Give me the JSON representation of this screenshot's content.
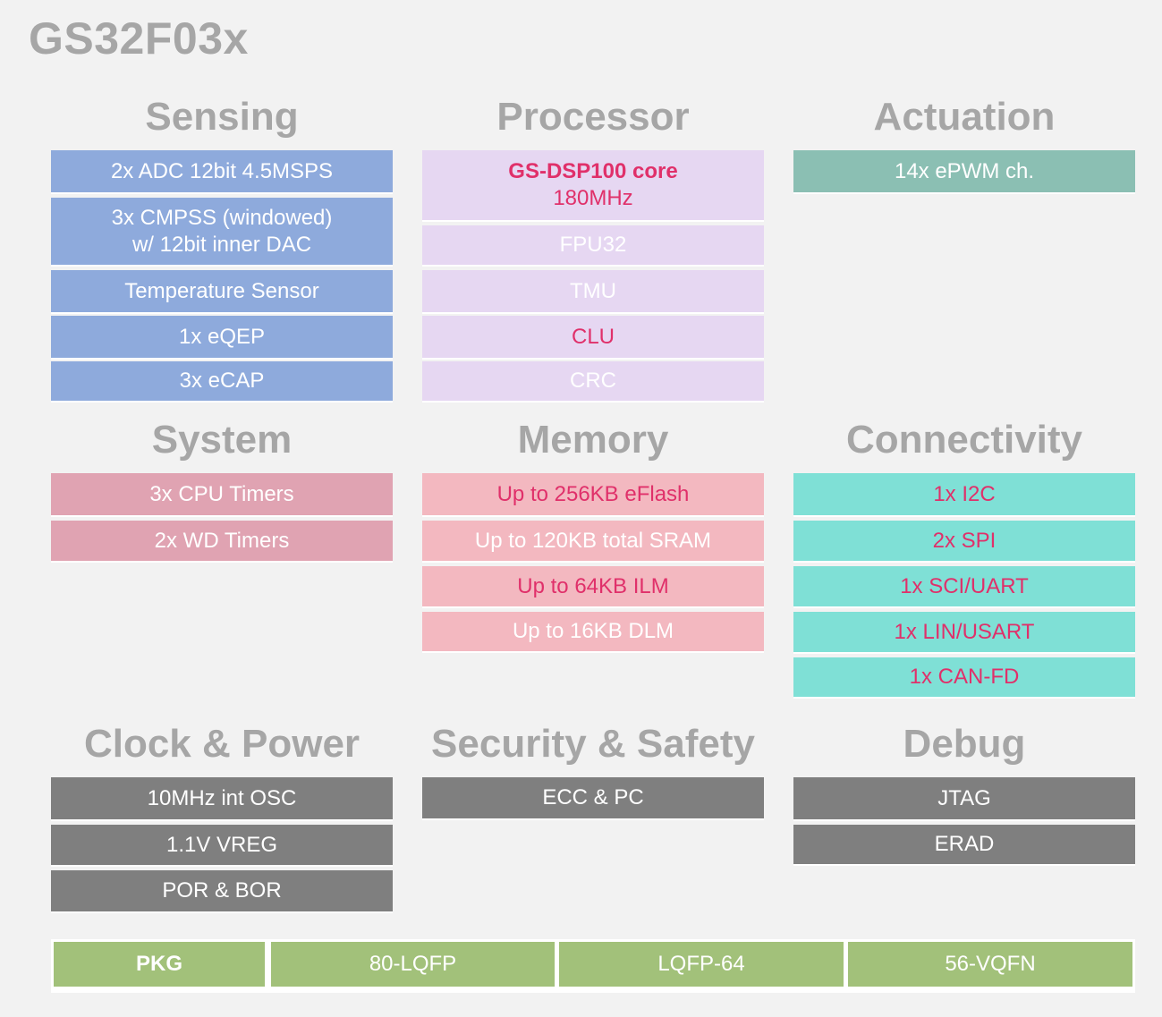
{
  "title": "GS32F03x",
  "sections": {
    "sensing": {
      "heading": "Sensing",
      "items": [
        {
          "line1": "2x ADC 12bit 4.5MSPS"
        },
        {
          "line1": "3x CMPSS (windowed)",
          "line2": "w/ 12bit inner DAC"
        },
        {
          "line1": "Temperature Sensor"
        },
        {
          "line1": "1x eQEP"
        },
        {
          "line1": "3x eCAP"
        }
      ]
    },
    "processor": {
      "heading": "Processor",
      "items": [
        {
          "line1": "GS-DSP100 core",
          "line2": "180MHz"
        },
        {
          "line1": "FPU32"
        },
        {
          "line1": "TMU"
        },
        {
          "line1": "CLU"
        },
        {
          "line1": "CRC"
        }
      ]
    },
    "actuation": {
      "heading": "Actuation",
      "items": [
        {
          "line1": "14x ePWM ch."
        }
      ]
    },
    "system": {
      "heading": "System",
      "items": [
        {
          "line1": "3x CPU Timers"
        },
        {
          "line1": "2x WD Timers"
        }
      ]
    },
    "memory": {
      "heading": "Memory",
      "items": [
        {
          "line1": "Up to 256KB eFlash"
        },
        {
          "line1": "Up to 120KB total SRAM"
        },
        {
          "line1": "Up to 64KB ILM"
        },
        {
          "line1": "Up to 16KB DLM"
        }
      ]
    },
    "connectivity": {
      "heading": "Connectivity",
      "items": [
        {
          "line1": "1x I2C"
        },
        {
          "line1": "2x SPI"
        },
        {
          "line1": "1x SCI/UART"
        },
        {
          "line1": "1x LIN/USART"
        },
        {
          "line1": "1x CAN-FD"
        }
      ]
    },
    "clock_power": {
      "heading": "Clock & Power",
      "items": [
        {
          "line1": "10MHz int OSC"
        },
        {
          "line1": "1.1V VREG"
        },
        {
          "line1": "POR & BOR"
        }
      ]
    },
    "security_safety": {
      "heading": "Security & Safety",
      "items": [
        {
          "line1": "ECC & PC"
        }
      ]
    },
    "debug": {
      "heading": "Debug",
      "items": [
        {
          "line1": "JTAG"
        },
        {
          "line1": "ERAD"
        }
      ]
    }
  },
  "pkg": {
    "label": "PKG",
    "options": [
      "80-LQFP",
      "LQFP-64",
      "56-VQFN"
    ]
  },
  "colors": {
    "sensing": "#8eaadc",
    "processor": "#e6d7f2",
    "actuation": "#8bbfb3",
    "system": "#e0a3b2",
    "memory": "#f3b8c0",
    "connectivity": "#7fe0d6",
    "gray_blocks": "#7f7f7f",
    "pkg": "#a2c17a",
    "highlight_text": "#e0306a",
    "heading_text": "#a6a6a6"
  }
}
